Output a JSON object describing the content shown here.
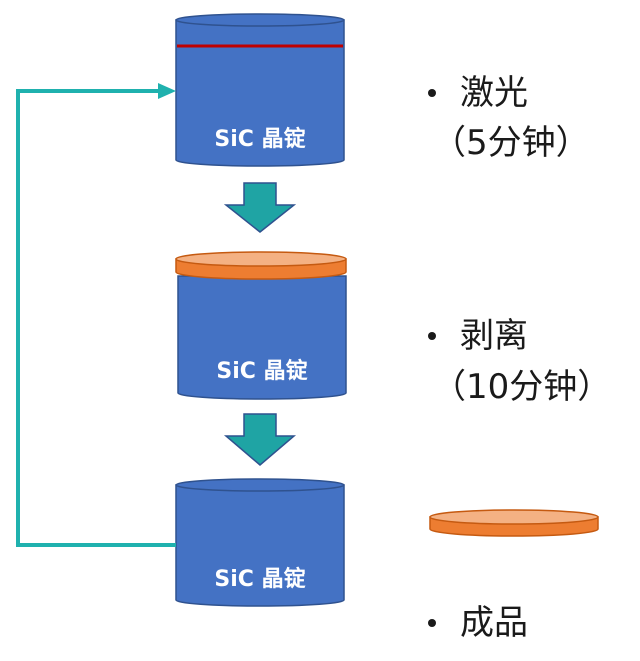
{
  "colors": {
    "ingot_fill": "#4472C4",
    "ingot_stroke": "#2F528F",
    "laser_line": "#C00000",
    "wafer_fill": "#ED7D31",
    "wafer_top": "#F4B183",
    "wafer_stroke": "#C55A11",
    "arrow": "#1FA4A4",
    "arrow_stroke": "#2F528F",
    "loop_line": "#1FB1AE"
  },
  "ingots": [
    {
      "label": "SiC 晶锭"
    },
    {
      "label": "SiC 晶锭"
    },
    {
      "label": "SiC 晶锭"
    }
  ],
  "steps": [
    {
      "name": "激光",
      "detail": "（5分钟）"
    },
    {
      "name": "剥离",
      "detail": "（10分钟）"
    },
    {
      "name": "成品"
    }
  ],
  "icons": {
    "down_arrow": "down-arrow-icon",
    "loop_arrow": "loop-back-arrow-icon",
    "bullet": "bullet-icon"
  }
}
